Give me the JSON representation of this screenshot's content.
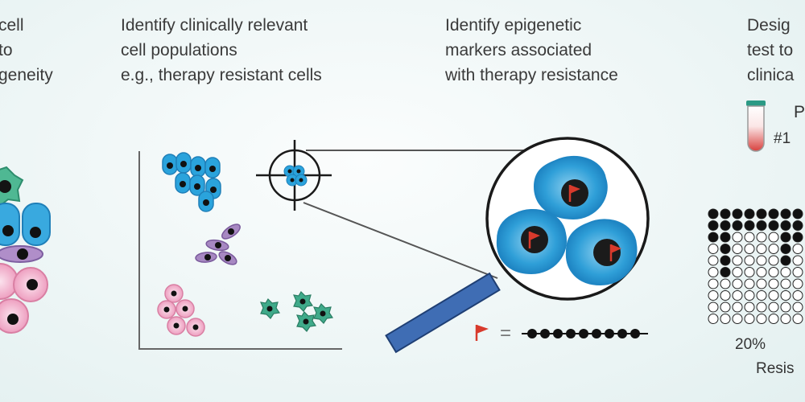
{
  "panels": [
    {
      "caption": "cell\nto\ngeneity"
    },
    {
      "caption": "Identify clinically relevant\ncell populations\ne.g., therapy resistant cells"
    },
    {
      "caption": "Identify epigenetic\nmarkers associated\nwith therapy resistance"
    },
    {
      "caption": "Desig\ntest to\nclinica"
    }
  ],
  "tube": {
    "label_top": "P",
    "label_bottom": "#1"
  },
  "result": {
    "percent": "20%",
    "label": "Resis"
  },
  "marker_equals": "=",
  "colors": {
    "blue_cell": "#2aa3dc",
    "blue_cell_light": "#74c4ea",
    "pink_cell": "#f2b6cf",
    "purple_cell": "#a788c2",
    "green_cell": "#3faa8a",
    "flag": "#d83a2c",
    "magnifier_handle": "#3f6db4"
  }
}
